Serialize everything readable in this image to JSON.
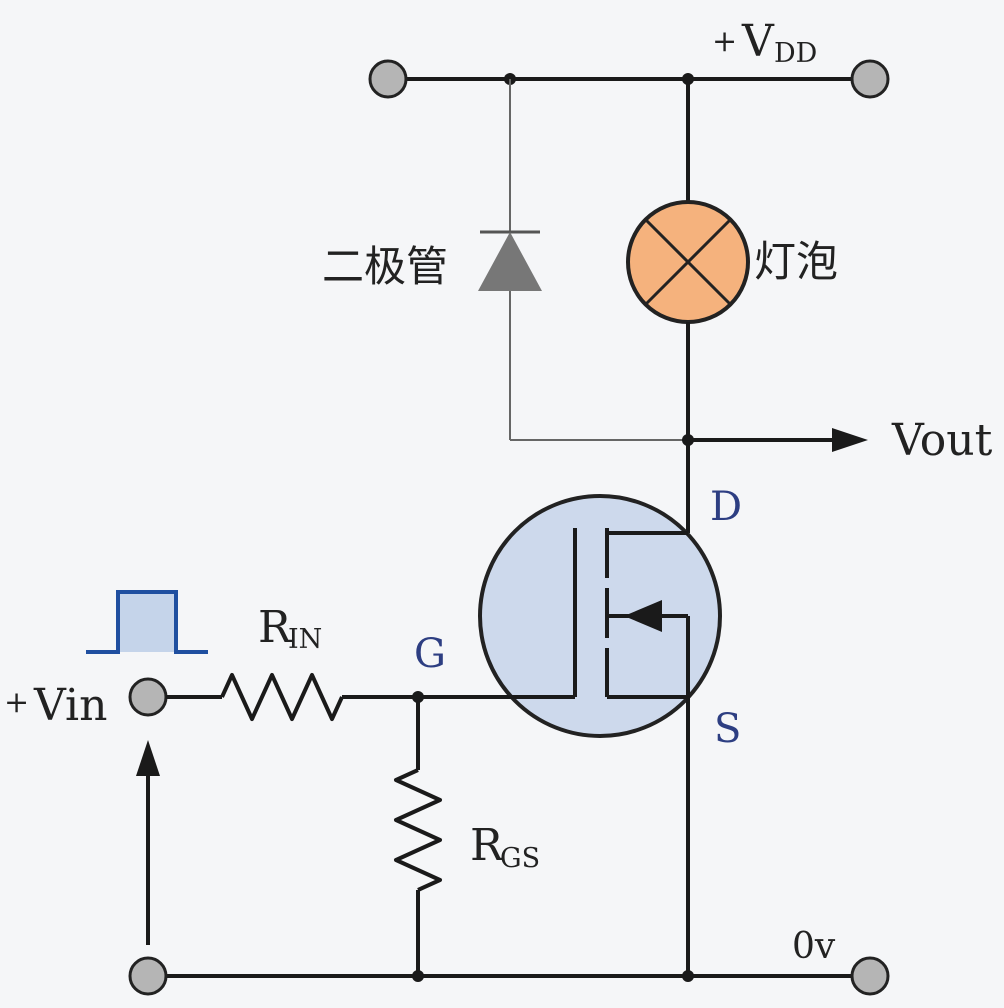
{
  "supply": {
    "sign": "+",
    "main": "V",
    "sub": "DD"
  },
  "labels": {
    "diode": "二极管",
    "lamp": "灯泡",
    "vout": "Vout",
    "drain": "D",
    "gate": "G",
    "source": "S",
    "ground": "0v"
  },
  "rin": {
    "main": "R",
    "sub": "IN"
  },
  "rgs": {
    "main": "R",
    "sub": "GS"
  },
  "vin": {
    "sign": "+",
    "text": "Vin"
  },
  "colors": {
    "wire": "#1a1a1a",
    "thin_wire": "#666666",
    "terminal_fill": "#b5b5b5",
    "lamp_fill": "#f5b27d",
    "mosfet_fill": "#cdd9ec",
    "diode_fill": "#777777",
    "pulse": "#1f4fa0",
    "pulse_fill": "#c5d4ea",
    "pin_label": "#2d3e82"
  }
}
